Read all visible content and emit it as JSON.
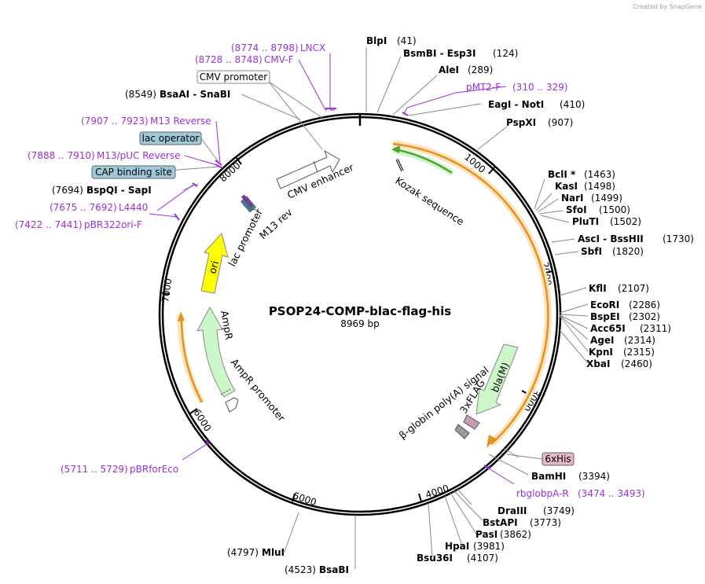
{
  "watermark": "Created by SnapGene",
  "plasmid": {
    "name": "PSOP24-COMP-blac-flag-his",
    "size_label": "8969 bp",
    "length": 8969
  },
  "colors": {
    "primer": "#9b30d9",
    "orange_feature": "#e8901f",
    "green_feature": "#44a832",
    "ori": "#ffff00",
    "cds": "#ccf7c8",
    "boxed_blue": "#9fc9d9",
    "boxed_pink": "#e3b8c9"
  },
  "ticks": [
    "1000",
    "2000",
    "3000",
    "4000",
    "5000",
    "6000",
    "7000",
    "8000"
  ],
  "enzymes": [
    {
      "name": "BlpI",
      "pos": "(41)"
    },
    {
      "name": "BsmBI - Esp3I",
      "pos": "(124)"
    },
    {
      "name": "AleI",
      "pos": "(289)"
    },
    {
      "name": "EagI - NotI",
      "pos": "(410)"
    },
    {
      "name": "PspXI",
      "pos": "(907)"
    },
    {
      "name": "BclI *",
      "pos": "(1463)"
    },
    {
      "name": "KasI",
      "pos": "(1498)"
    },
    {
      "name": "NarI",
      "pos": "(1499)"
    },
    {
      "name": "SfoI",
      "pos": "(1500)"
    },
    {
      "name": "PluTI",
      "pos": "(1502)"
    },
    {
      "name": "AscI - BssHII",
      "pos": "(1730)"
    },
    {
      "name": "SbfI",
      "pos": "(1820)"
    },
    {
      "name": "KflI",
      "pos": "(2107)"
    },
    {
      "name": "EcoRI",
      "pos": "(2286)"
    },
    {
      "name": "BspEI",
      "pos": "(2302)"
    },
    {
      "name": "Acc65I",
      "pos": "(2311)"
    },
    {
      "name": "AgeI",
      "pos": "(2314)"
    },
    {
      "name": "KpnI",
      "pos": "(2315)"
    },
    {
      "name": "XbaI",
      "pos": "(2460)"
    },
    {
      "name": "BamHI",
      "pos": "(3394)"
    },
    {
      "name": "DraIII",
      "pos": "(3749)"
    },
    {
      "name": "BstAPI",
      "pos": "(3773)"
    },
    {
      "name": "PasI",
      "pos": "(3862)"
    },
    {
      "name": "HpaI",
      "pos": "(3981)"
    },
    {
      "name": "Bsu36I",
      "pos": "(4107)"
    },
    {
      "name": "BsaBI",
      "pos": "(4523)"
    },
    {
      "name": "MluI",
      "pos": "(4797)"
    },
    {
      "name": "BspQI - SapI",
      "pos": "(7694)"
    },
    {
      "name": "BsaAI - SnaBI",
      "pos": "(8549)"
    }
  ],
  "primers": [
    {
      "name": "LNCX",
      "range": "(8774 .. 8798)"
    },
    {
      "name": "CMV-F",
      "range": "(8728 .. 8748)"
    },
    {
      "name": "pMT2-F",
      "range": "(310 .. 329)"
    },
    {
      "name": "M13 Reverse",
      "range": "(7907 .. 7923)"
    },
    {
      "name": "M13/pUC Reverse",
      "range": "(7888 .. 7910)"
    },
    {
      "name": "L4440",
      "range": "(7675 .. 7692)"
    },
    {
      "name": "pBR322ori-F",
      "range": "(7422 .. 7441)"
    },
    {
      "name": "pBRforEco",
      "range": "(5711 .. 5729)"
    },
    {
      "name": "rbglobpA-R",
      "range": "(3474 .. 3493)"
    }
  ],
  "boxed_features": [
    "CMV promoter",
    "lac operator",
    "CAP binding site",
    "6xHis"
  ],
  "features": [
    "CMV enhancer",
    "Kozak sequence",
    "M13 rev",
    "lac promoter",
    "ori",
    "AmpR",
    "AmpR promoter",
    "bla(M)",
    "3xFLAG",
    "β-globin poly(A) signal"
  ]
}
